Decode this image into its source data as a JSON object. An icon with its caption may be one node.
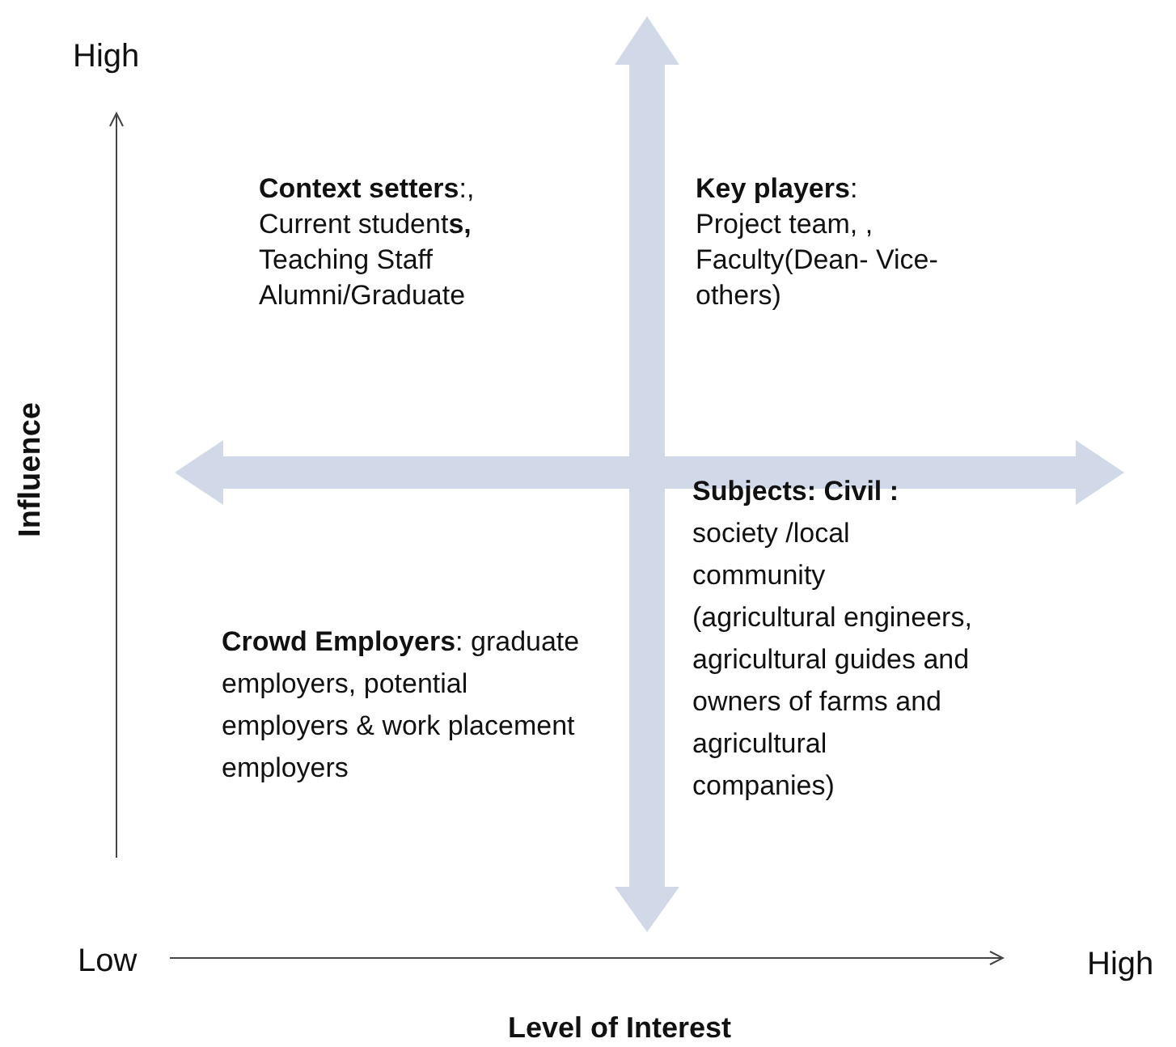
{
  "diagram": {
    "labels": [
      "High",
      "**Context setters**:, Current student**s,** Teaching Staff Alumni/Graduate",
      "**Key players**: Project team, , Faculty(Dean- Vice-others)",
      "Influence",
      "**Subjects: Civil :** society /local community (agricultural engineers, agricultural guides and owners of farms and agricultural companies)",
      "**Crowd Employers**: graduate employers, potential employers & work placement employers",
      "Low",
      "High",
      "Level of Interest"
    ]
  }
}
